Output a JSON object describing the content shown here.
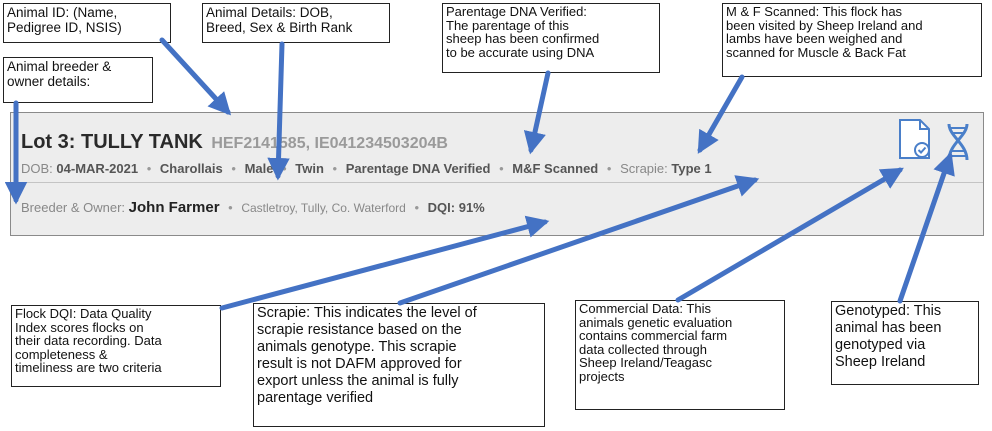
{
  "callouts": {
    "animal_id": "Animal ID: (Name,\nPedigree ID, NSIS)",
    "animal_details": "Animal Details: DOB,\nBreed, Sex & Birth Rank",
    "parentage": "Parentage DNA Verified:\nThe parentage of this\nsheep has been confirmed\nto be accurate using DNA",
    "mf_scanned": "M & F Scanned: This flock has\nbeen visited by Sheep Ireland and\nlambs have been weighed and\nscanned for Muscle & Back Fat",
    "breeder": "Animal breeder &\nowner details:",
    "flock_dqi": "Flock DQI: Data Quality\nIndex scores flocks on\ntheir data recording. Data\ncompleteness &\ntimeliness are two criteria",
    "scrapie": "Scrapie: This indicates the level of\nscrapie resistance based on the\nanimals genotype. This scrapie\nresult is not DAFM approved for\nexport unless the animal is fully\nparentage verified",
    "commercial": "Commercial Data: This\nanimals genetic evaluation\ncontains commercial farm\ndata collected through\nSheep Ireland/Teagasc\nprojects",
    "genotyped": "Genotyped: This\nanimal has been\ngenotyped via\nSheep Ireland"
  },
  "lot": {
    "title": "Lot 3: TULLY TANK",
    "ids": "HEF2141585, IE041234503204B",
    "dob_label": "DOB:",
    "dob": "04-MAR-2021",
    "breed": "Charollais",
    "sex": "Male",
    "birth_rank": "Twin",
    "parentage": "Parentage DNA Verified",
    "mf": "M&F Scanned",
    "scrapie_label": "Scrapie:",
    "scrapie": "Type 1",
    "breeder_label": "Breeder & Owner:",
    "breeder_name": "John Farmer",
    "address": "Castletroy, Tully, Co. Waterford",
    "dqi": "DQI: 91%",
    "separator": "•"
  },
  "icons": {
    "commercial": "document-check-icon",
    "genotyped": "dna-helix-icon",
    "accent_color": "#4a7fc9",
    "arrow_color": "#4472c4"
  }
}
